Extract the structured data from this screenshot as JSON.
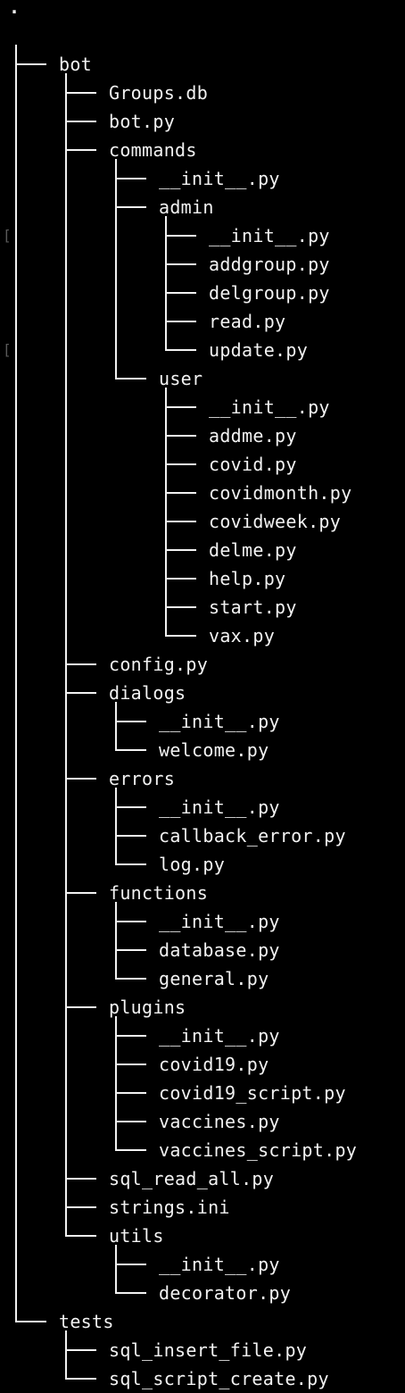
{
  "terminal": {
    "root_label": ".",
    "gutter_mark": "[",
    "colors": {
      "background": "#000000",
      "text": "#f2f2f2",
      "gutter": "#5a5a5a"
    }
  },
  "tree": [
    {
      "name": "bot",
      "children": [
        {
          "name": "Groups.db"
        },
        {
          "name": "bot.py"
        },
        {
          "name": "commands",
          "children": [
            {
              "name": "__init__.py"
            },
            {
              "name": "admin",
              "children": [
                {
                  "name": "__init__.py"
                },
                {
                  "name": "addgroup.py"
                },
                {
                  "name": "delgroup.py"
                },
                {
                  "name": "read.py"
                },
                {
                  "name": "update.py"
                }
              ]
            },
            {
              "name": "user",
              "children": [
                {
                  "name": "__init__.py"
                },
                {
                  "name": "addme.py"
                },
                {
                  "name": "covid.py"
                },
                {
                  "name": "covidmonth.py"
                },
                {
                  "name": "covidweek.py"
                },
                {
                  "name": "delme.py"
                },
                {
                  "name": "help.py"
                },
                {
                  "name": "start.py"
                },
                {
                  "name": "vax.py"
                }
              ]
            }
          ]
        },
        {
          "name": "config.py"
        },
        {
          "name": "dialogs",
          "children": [
            {
              "name": "__init__.py"
            },
            {
              "name": "welcome.py"
            }
          ]
        },
        {
          "name": "errors",
          "children": [
            {
              "name": "__init__.py"
            },
            {
              "name": "callback_error.py"
            },
            {
              "name": "log.py"
            }
          ]
        },
        {
          "name": "functions",
          "children": [
            {
              "name": "__init__.py"
            },
            {
              "name": "database.py"
            },
            {
              "name": "general.py"
            }
          ]
        },
        {
          "name": "plugins",
          "children": [
            {
              "name": "__init__.py"
            },
            {
              "name": "covid19.py"
            },
            {
              "name": "covid19_script.py"
            },
            {
              "name": "vaccines.py"
            },
            {
              "name": "vaccines_script.py"
            }
          ]
        },
        {
          "name": "sql_read_all.py"
        },
        {
          "name": "strings.ini"
        },
        {
          "name": "utils",
          "children": [
            {
              "name": "__init__.py"
            },
            {
              "name": "decorator.py"
            }
          ]
        }
      ]
    },
    {
      "name": "tests",
      "children": [
        {
          "name": "sql_insert_file.py"
        },
        {
          "name": "sql_script_create.py"
        }
      ]
    }
  ]
}
